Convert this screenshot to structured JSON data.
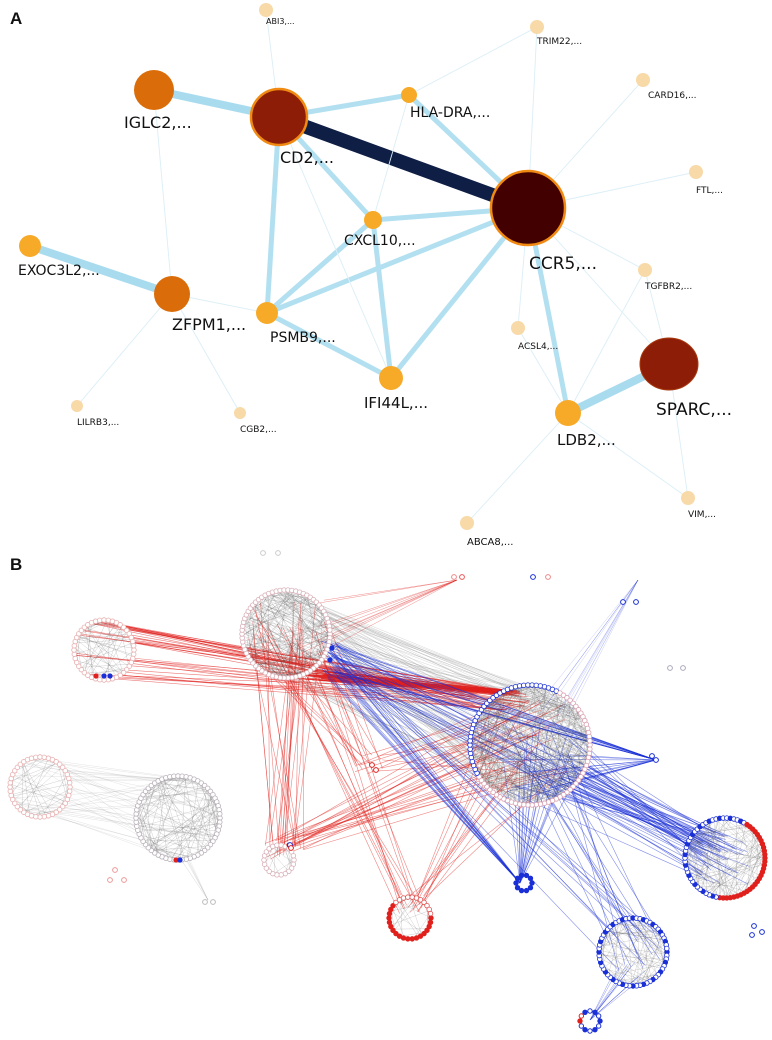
{
  "panel_a": {
    "letter": "A",
    "nodes": [
      {
        "id": "ABI3",
        "label": "ABI3,...",
        "level": 0
      },
      {
        "id": "TRIM22",
        "label": "TRIM22,...",
        "level": 0
      },
      {
        "id": "CARD16",
        "label": "CARD16,...",
        "level": 0
      },
      {
        "id": "IGLC2",
        "label": "IGLC2,...",
        "level": 2
      },
      {
        "id": "CD2",
        "label": "CD2,...",
        "level": 3
      },
      {
        "id": "HLADRA",
        "label": "HLA-DRA,...",
        "level": 1
      },
      {
        "id": "FTL",
        "label": "FTL,...",
        "level": 0
      },
      {
        "id": "CCR5",
        "label": "CCR5,...",
        "level": 4
      },
      {
        "id": "CXCL10",
        "label": "CXCL10,...",
        "level": 1
      },
      {
        "id": "EXOC3L2",
        "label": "EXOC3L2,...",
        "level": 1
      },
      {
        "id": "ZFPM1",
        "label": "ZFPM1,...",
        "level": 2
      },
      {
        "id": "PSMB9",
        "label": "PSMB9,...",
        "level": 1
      },
      {
        "id": "TGFBR2",
        "label": "TGFBR2,...",
        "level": 0
      },
      {
        "id": "ACSL4",
        "label": "ACSL4,...",
        "level": 0
      },
      {
        "id": "SPARC",
        "label": "SPARC,...",
        "level": 3
      },
      {
        "id": "IFI44L",
        "label": "IFI44L,...",
        "level": 1
      },
      {
        "id": "LDB2",
        "label": "LDB2,...",
        "level": 1
      },
      {
        "id": "LILRB3",
        "label": "LILRB3,...",
        "level": 0
      },
      {
        "id": "CGB2",
        "label": "CGB2,...",
        "level": 0
      },
      {
        "id": "VIM",
        "label": "VIM,...",
        "level": 0
      },
      {
        "id": "ABCA8",
        "label": "ABCA8,...",
        "level": 0
      }
    ],
    "edges": [
      {
        "source": "CD2",
        "target": "CCR5",
        "strength": 3
      },
      {
        "source": "IGLC2",
        "target": "CD2",
        "strength": 2
      },
      {
        "source": "EXOC3L2",
        "target": "ZFPM1",
        "strength": 2
      },
      {
        "source": "SPARC",
        "target": "LDB2",
        "strength": 2
      },
      {
        "source": "CD2",
        "target": "CXCL10",
        "strength": 1
      },
      {
        "source": "CD2",
        "target": "PSMB9",
        "strength": 1
      },
      {
        "source": "CD2",
        "target": "HLADRA",
        "strength": 1
      },
      {
        "source": "CXCL10",
        "target": "CCR5",
        "strength": 1
      },
      {
        "source": "CXCL10",
        "target": "PSMB9",
        "strength": 1
      },
      {
        "source": "CXCL10",
        "target": "IFI44L",
        "strength": 1
      },
      {
        "source": "PSMB9",
        "target": "CCR5",
        "strength": 1
      },
      {
        "source": "PSMB9",
        "target": "IFI44L",
        "strength": 1
      },
      {
        "source": "HLADRA",
        "target": "CCR5",
        "strength": 1
      },
      {
        "source": "HLADRA",
        "target": "CXCL10",
        "strength": 0
      },
      {
        "source": "CCR5",
        "target": "LDB2",
        "strength": 1
      },
      {
        "source": "CCR5",
        "target": "IFI44L",
        "strength": 1
      },
      {
        "source": "CCR5",
        "target": "TGFBR2",
        "strength": 0
      },
      {
        "source": "CCR5",
        "target": "ACSL4",
        "strength": 0
      },
      {
        "source": "CCR5",
        "target": "TRIM22",
        "strength": 0
      },
      {
        "source": "CCR5",
        "target": "CARD16",
        "strength": 0
      },
      {
        "source": "CCR5",
        "target": "FTL",
        "strength": 0
      },
      {
        "source": "CCR5",
        "target": "SPARC",
        "strength": 0
      },
      {
        "source": "TGFBR2",
        "target": "SPARC",
        "strength": 0
      },
      {
        "source": "TGFBR2",
        "target": "LDB2",
        "strength": 0
      },
      {
        "source": "LDB2",
        "target": "ABCA8",
        "strength": 0
      },
      {
        "source": "LDB2",
        "target": "VIM",
        "strength": 0
      },
      {
        "source": "SPARC",
        "target": "VIM",
        "strength": 0
      },
      {
        "source": "ZFPM1",
        "target": "LILRB3",
        "strength": 0
      },
      {
        "source": "ZFPM1",
        "target": "CGB2",
        "strength": 0
      },
      {
        "source": "ZFPM1",
        "target": "PSMB9",
        "strength": 0
      },
      {
        "source": "CD2",
        "target": "ABI3",
        "strength": 0
      },
      {
        "source": "CD2",
        "target": "IFI44L",
        "strength": 0
      },
      {
        "source": "ACSL4",
        "target": "LDB2",
        "strength": 0
      },
      {
        "source": "HLADRA",
        "target": "TRIM22",
        "strength": 0
      },
      {
        "source": "IGLC2",
        "target": "ZFPM1",
        "strength": 0
      }
    ],
    "colors": {
      "node_levels": [
        "#f8d9a8",
        "#f7a928",
        "#da6d0a",
        "#8e1d07",
        "#420000"
      ],
      "node_stroke": "#f08a12",
      "edge_levels": [
        "#dbeef7",
        "#b3e0f0",
        "#a9dbee",
        "#0f1e45"
      ]
    }
  },
  "panel_b": {
    "letter": "B",
    "colors": {
      "red": "#e0201c",
      "blue": "#1a2fd6",
      "gray": "#8a8a8a"
    }
  }
}
